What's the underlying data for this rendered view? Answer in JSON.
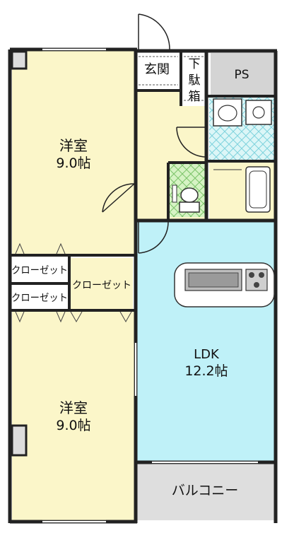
{
  "colors": {
    "wall": "#222222",
    "room_yellow": "#fbf6c9",
    "ldk_cyan": "#bff1f8",
    "balcony_gray": "#dedede",
    "ps_gray": "#d4d4d4",
    "tile_cyan": "#dcf6f7",
    "toilet_green": "#d6f3c4",
    "white": "#ffffff"
  },
  "rooms": {
    "western_top": {
      "name": "洋室",
      "size": "9.0帖"
    },
    "western_bottom": {
      "name": "洋室",
      "size": "9.0帖"
    },
    "ldk": {
      "name": "LDK",
      "size": "12.2帖"
    },
    "closet_top": {
      "name": "クローゼット"
    },
    "closet_bottom": {
      "name": "クローゼット"
    },
    "closet_mid": {
      "name": "クローゼット"
    },
    "genkan": {
      "name": "玄関"
    },
    "getabako": {
      "line1": "下",
      "line2": "駄",
      "line3": "箱"
    },
    "ps": {
      "name": "PS"
    },
    "balcony": {
      "name": "バルコニー"
    }
  }
}
